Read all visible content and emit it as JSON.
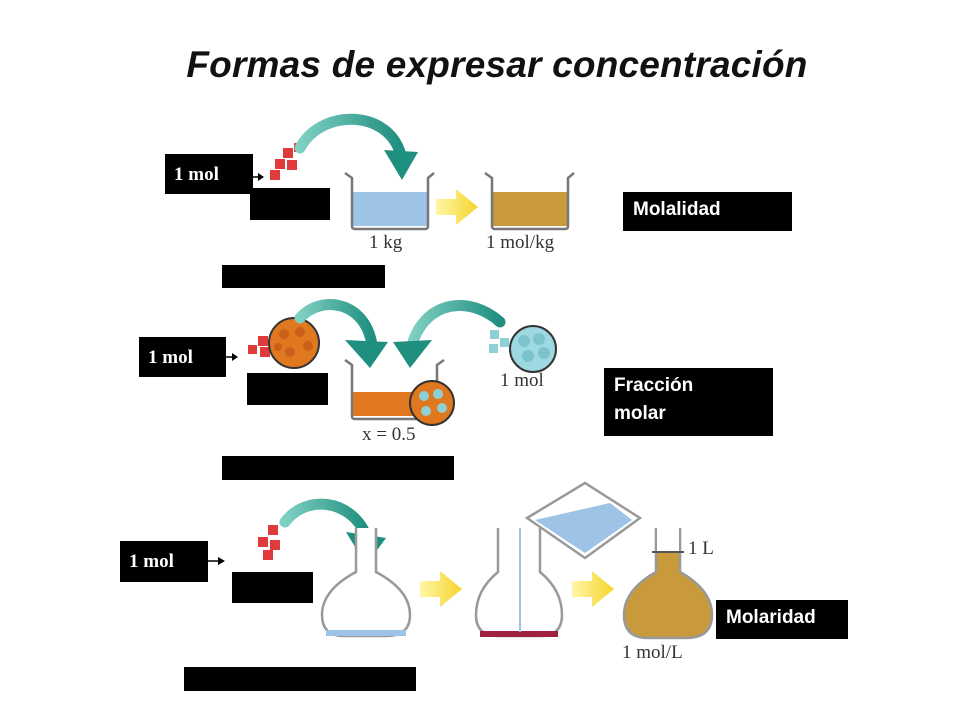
{
  "title": "Formas de expresar concentración",
  "panels": [
    {
      "mol_label": "1 mol",
      "concept": "Molalidad",
      "captions": [
        "1 kg",
        "1 mol/kg"
      ]
    },
    {
      "mol_label": "1 mol",
      "concept": "Fracción\nmolar",
      "captions": [
        "x = 0.5",
        "1 mol"
      ]
    },
    {
      "mol_label": "1 mol",
      "concept": "Molaridad",
      "captions": [
        "1 L",
        "1 mol/L"
      ]
    }
  ],
  "colors": {
    "water": "#9dc3e6",
    "solution_gold": "#c99a3c",
    "solution_orange": "#e07820",
    "solute_red": "#e03b3b",
    "arrow_teal": "#2a9a8a",
    "arrow_yellow": "#f7e24a"
  }
}
